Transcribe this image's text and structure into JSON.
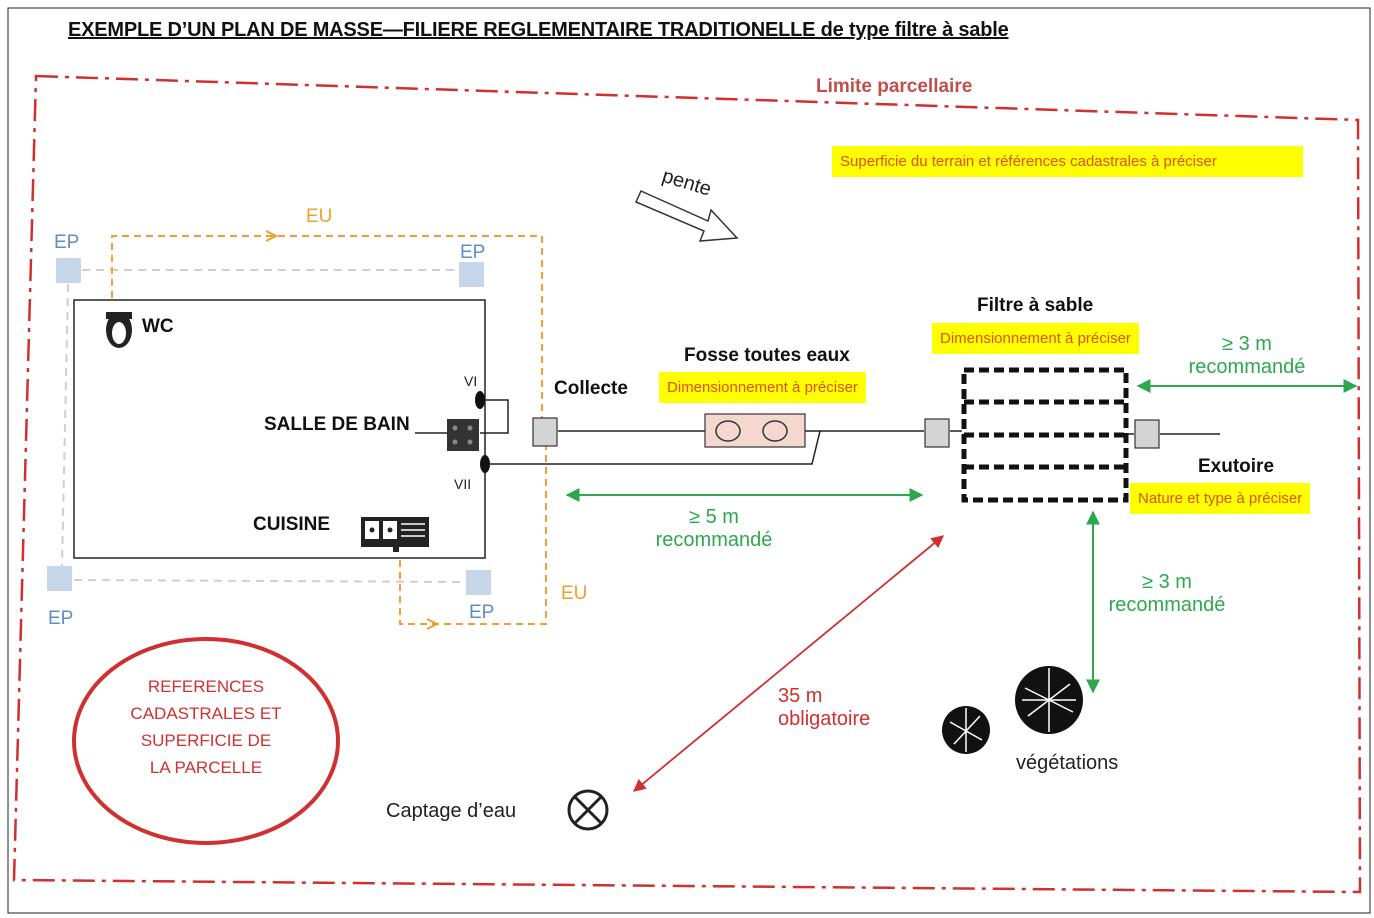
{
  "title": "EXEMPLE D’UN PLAN DE MASSE—FILIERE REGLEMENTAIRE TRADITIONELLE de type filtre à sable",
  "boundary_label": "Limite parcellaire",
  "surface_note": "Superficie du terrain et références cadastrales à préciser",
  "slope_label": "pente",
  "ep_label": "EP",
  "eu_label": "EU",
  "rooms": {
    "wc": "WC",
    "bathroom": "SALLE DE BAIN",
    "kitchen": "CUISINE"
  },
  "vent_top": "VI",
  "vent_bottom": "VII",
  "collecte_label": "Collecte",
  "fosse": {
    "label": "Fosse toutes eaux",
    "note": "Dimensionnement à préciser"
  },
  "filtre": {
    "label": "Filtre à sable",
    "note": "Dimensionnement à préciser"
  },
  "exutoire": {
    "label": "Exutoire",
    "note": "Nature et type à préciser"
  },
  "distances": {
    "right_value": "≥ 3 m",
    "right_text": "recommandé",
    "fosse_value": "≥ 5 m",
    "fosse_text": "recommandé",
    "veg_value": "≥ 3 m",
    "veg_text": "recommandé",
    "water_value": "35 m",
    "water_text": "obligatoire"
  },
  "vegetation_label": "végétations",
  "water_capture_label": "Captage d’eau",
  "references_lines": [
    "REFERENCES",
    "CADASTRALES ET",
    "SUPERFICIE DE",
    "LA PARCELLE"
  ],
  "colors": {
    "boundary": "#d03030",
    "eu_pipe": "#f0a030",
    "ep_box": "#c7d7ea",
    "distance_green": "#2ea84e",
    "highlight": "#ffff00"
  }
}
